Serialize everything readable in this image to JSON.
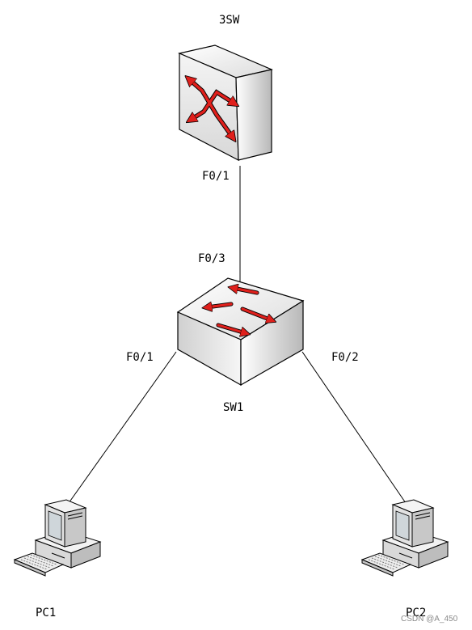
{
  "diagram": {
    "devices": {
      "core_switch": {
        "name": "3SW",
        "icon": "multilayer-switch-icon"
      },
      "access_switch": {
        "name": "SW1",
        "icon": "workgroup-switch-icon"
      },
      "pc1": {
        "name": "PC1",
        "icon": "desktop-pc-icon"
      },
      "pc2": {
        "name": "PC2",
        "icon": "desktop-pc-icon"
      }
    },
    "ports": {
      "core_to_access": "F0/1",
      "access_to_core": "F0/3",
      "access_to_pc1": "F0/1",
      "access_to_pc2": "F0/2"
    },
    "links": [
      {
        "from": "3SW",
        "from_port": "F0/1",
        "to": "SW1",
        "to_port": "F0/3"
      },
      {
        "from": "SW1",
        "from_port": "F0/1",
        "to": "PC1",
        "to_port": ""
      },
      {
        "from": "SW1",
        "from_port": "F0/2",
        "to": "PC2",
        "to_port": ""
      }
    ],
    "colors": {
      "arrow": "#e0201c",
      "line": "#000000"
    },
    "watermark": "CSDN @A_450"
  }
}
